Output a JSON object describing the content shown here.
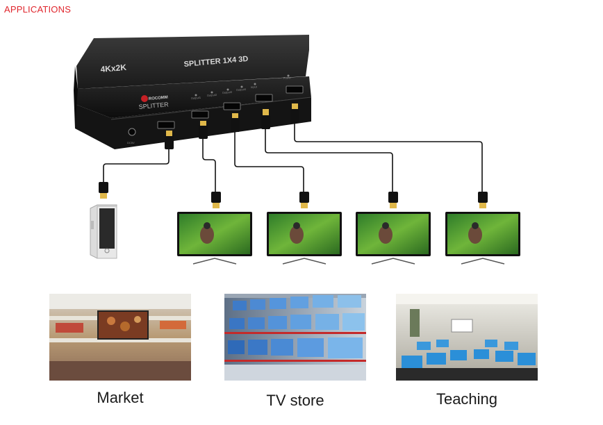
{
  "heading": "APPLICATIONS",
  "device": {
    "front_left_label": "4Kx2K",
    "front_right_label": "SPLITTER 1X4 3D",
    "brand": "ROCOMM",
    "product": "SPLITTER",
    "indicator_labels": [
      "Output1",
      "Output2",
      "Output3",
      "Output4",
      "Input"
    ],
    "power_label": "Power",
    "dc_label": "DC5V"
  },
  "captions": {
    "market": "Market",
    "tv_store": "TV store",
    "teaching": "Teaching"
  },
  "colors": {
    "heading": "#e0252c",
    "device_body": "#1b1b1b",
    "cable": "#111111",
    "connector_gold": "#e0b84a"
  }
}
